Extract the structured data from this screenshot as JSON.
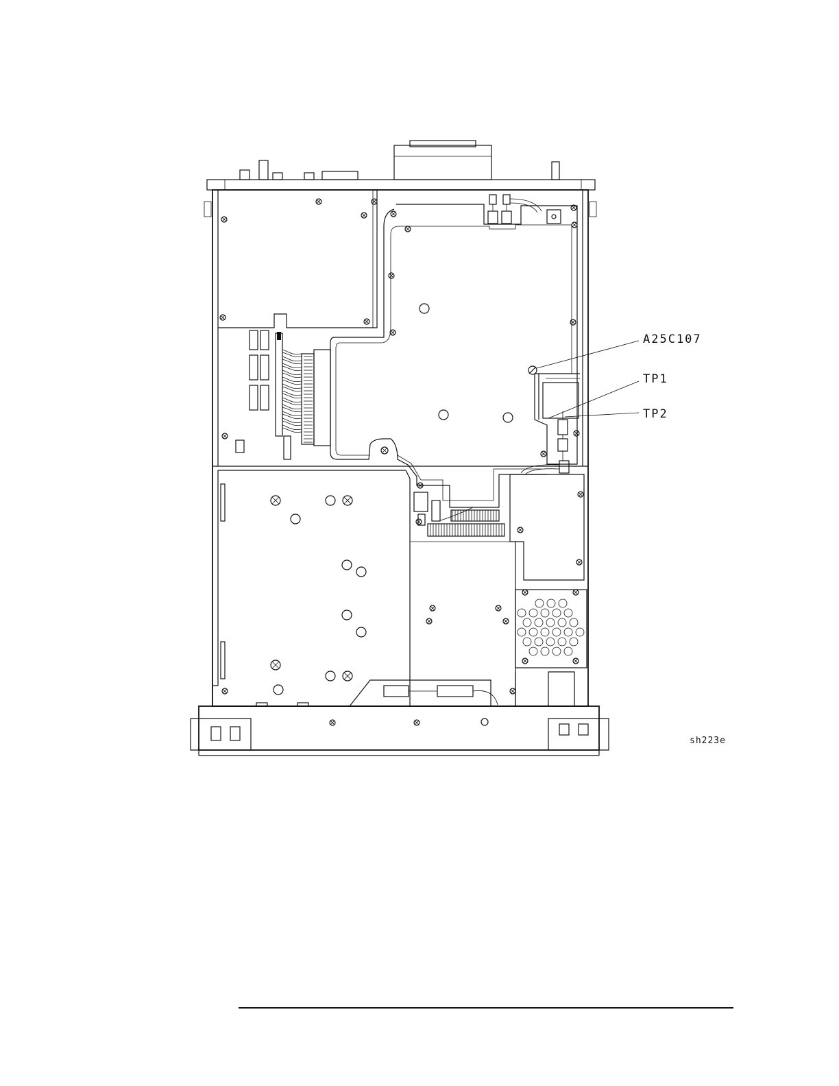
{
  "diagram": {
    "callouts": [
      {
        "id": "a25c107",
        "text": "A25C107"
      },
      {
        "id": "tp1",
        "text": "TP1"
      },
      {
        "id": "tp2",
        "text": "TP2"
      }
    ],
    "figure_id": "sh223e"
  },
  "colors": {
    "ink": "#111111",
    "paper": "#ffffff"
  }
}
